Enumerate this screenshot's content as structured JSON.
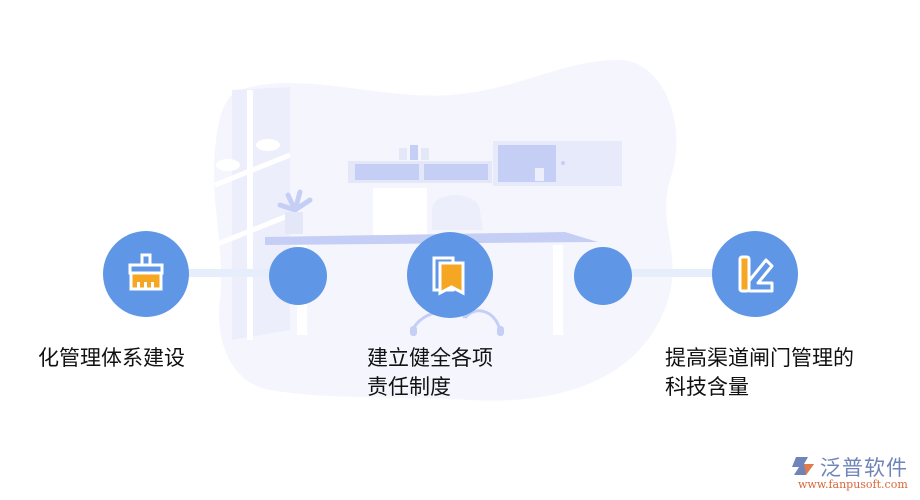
{
  "diagram": {
    "type": "horizontal-process",
    "colors": {
      "node_fill": "#5f97e6",
      "icon_accent": "#f5a623",
      "icon_stroke": "#ffffff",
      "connector": "#e6edfb",
      "illustration_tint": "#c5cff5",
      "text": "#111111"
    },
    "steps": [
      {
        "icon": "brush-icon",
        "line1": "化管理体系建设",
        "line2": ""
      },
      {
        "icon": "bookmark-documents-icon",
        "line1": "建立健全各项",
        "line2": "责任制度"
      },
      {
        "icon": "ruler-pencil-icon",
        "line1": "提高渠道闸门管理的",
        "line2": "科技含量"
      }
    ],
    "connector_dots": 2
  },
  "logo": {
    "name": "泛普软件",
    "url": "www.fanpusoft.com"
  }
}
